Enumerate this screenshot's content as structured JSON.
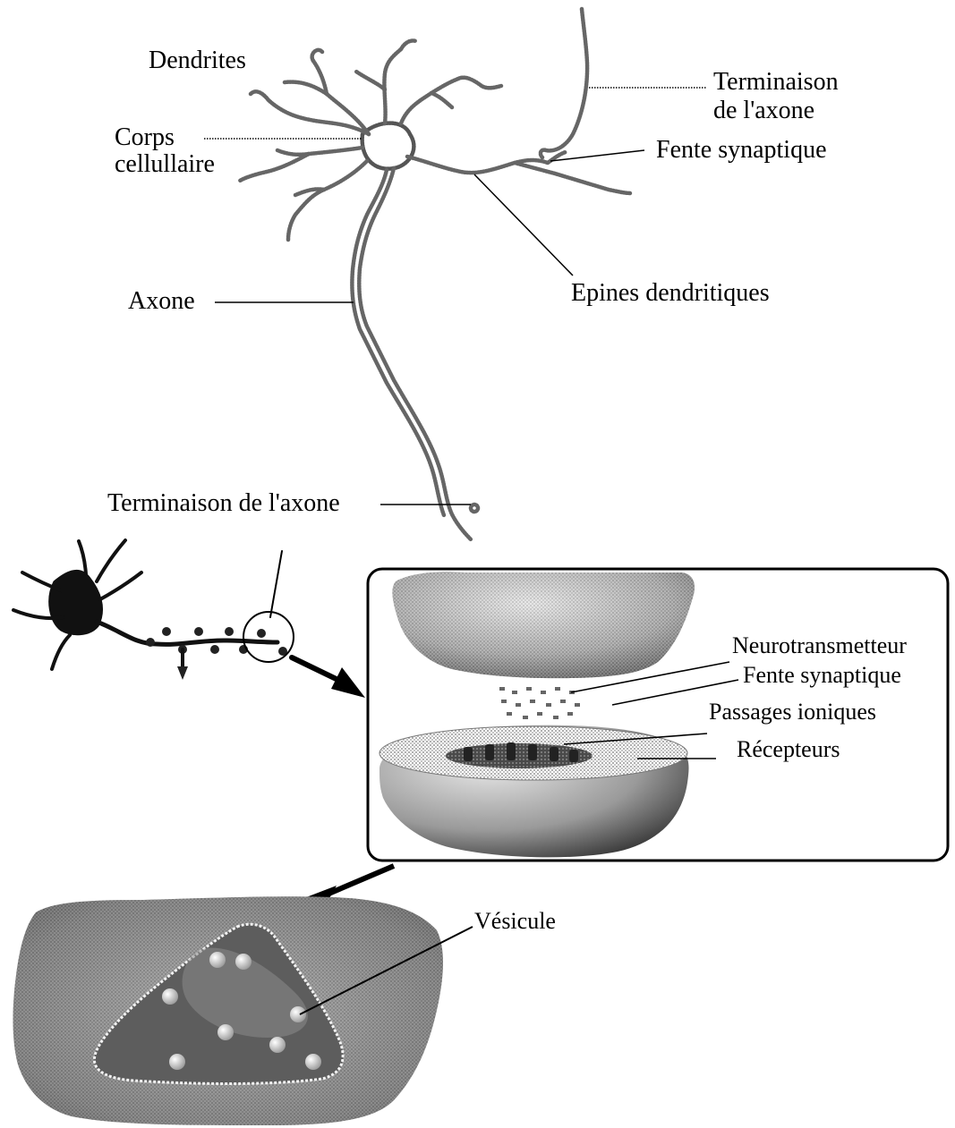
{
  "neuron": {
    "dendrites": "Dendrites",
    "cell_body_line1": "Corps",
    "cell_body_line2": "cellullaire",
    "axon": "Axone",
    "axon_terminal": "Terminaison de l'axone",
    "axon_terminal_right_line1": "Terminaison",
    "axon_terminal_right_line2": "de l'axone",
    "synaptic_cleft": "Fente synaptique",
    "dendritic_spines": "Epines dendritiques"
  },
  "synapse": {
    "neurotransmitter": "Neurotransmetteur",
    "synaptic_cleft": "Fente synaptique",
    "ion_channels": "Passages ioniques",
    "receptors": "Récepteurs"
  },
  "terminal": {
    "vesicle": "Vésicule"
  }
}
